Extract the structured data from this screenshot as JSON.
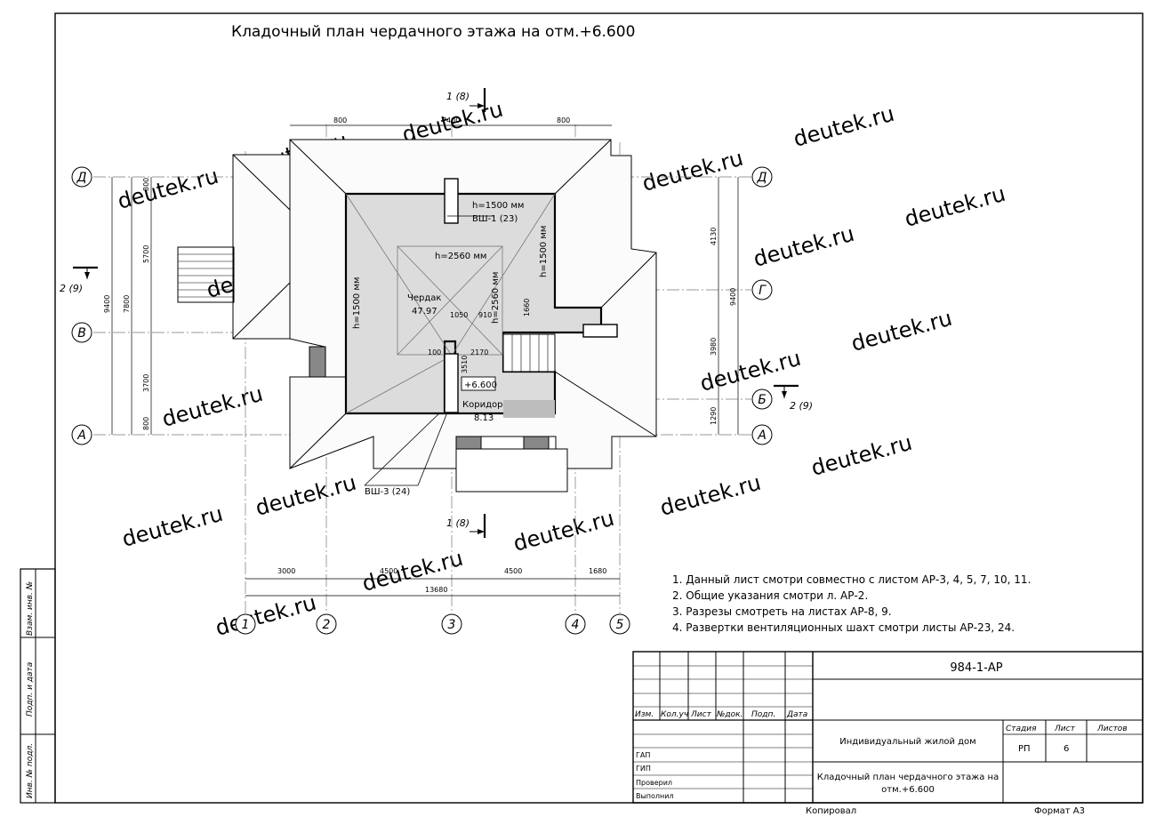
{
  "sheet_title": "Кладочный план чердачного этажа на отм.+6.600",
  "section_marks": {
    "top": "1 (8)",
    "bottom": "1 (8)",
    "left": "2 (9)",
    "right": "2 (9)"
  },
  "axes": {
    "letters": [
      "Д",
      "В",
      "А",
      "Г",
      "Б"
    ],
    "numbers": [
      "1",
      "2",
      "3",
      "4",
      "5"
    ]
  },
  "dimensions": {
    "top": [
      "800",
      "7400",
      "800"
    ],
    "bottom": [
      "3000",
      "4500",
      "4500",
      "1680"
    ],
    "bottom_total": "13680",
    "left_inner": [
      "800",
      "5700",
      "3700",
      "800"
    ],
    "left_mid": "7800",
    "left_outer": "9400",
    "right_inner": [
      "4130",
      "3980",
      "1290"
    ],
    "right_outer": "9400",
    "plan_inner": [
      "1050",
      "910",
      "1660",
      "100",
      "2170",
      "3510"
    ]
  },
  "plan_labels": {
    "room_main_name": "Чердак",
    "room_main_area": "47.97",
    "room_corr_name": "Коридор",
    "room_corr_area": "8.13",
    "level_mark": "+6.600",
    "vent_1": "ВШ-1 (23)",
    "vent_3": "ВШ-3 (24)",
    "height_top": "h=1500 мм",
    "height_center": "h=2560 мм",
    "height_left": "h=1500 мм",
    "height_right": "h=1500 мм",
    "height_vertical": "h=2560 мм"
  },
  "notes": [
    "1. Данный лист смотри совместно с листом АР-3, 4, 5, 7, 10, 11.",
    "2. Общие указания смотри л. АР-2.",
    "3. Разрезы смотреть на листах АР-8, 9.",
    "4. Развертки вентиляционных шахт смотри листы АР-23, 24."
  ],
  "watermark": "deutek.ru",
  "side_stamp": [
    "Взам. инв. №",
    "Подп. и дата",
    "Инв. № подл."
  ],
  "title_block": {
    "doc_code": "984-1-АР",
    "col_headers": [
      "Изм.",
      "Кол.уч",
      "Лист",
      "№док.",
      "Подп.",
      "Дата"
    ],
    "roles": [
      "ГАП",
      "ГИП",
      "Проверил",
      "Выполнил"
    ],
    "project": "Индивидуальный жилой дом",
    "stage_label": "Стадия",
    "sheet_label": "Лист",
    "sheets_label": "Листов",
    "stage_value": "РП",
    "sheet_value": "6",
    "drawing_title_1": "Кладочный план чердачного этажа на",
    "drawing_title_2": "отм.+6.600",
    "copied": "Копировал",
    "format": "Формат А3"
  }
}
